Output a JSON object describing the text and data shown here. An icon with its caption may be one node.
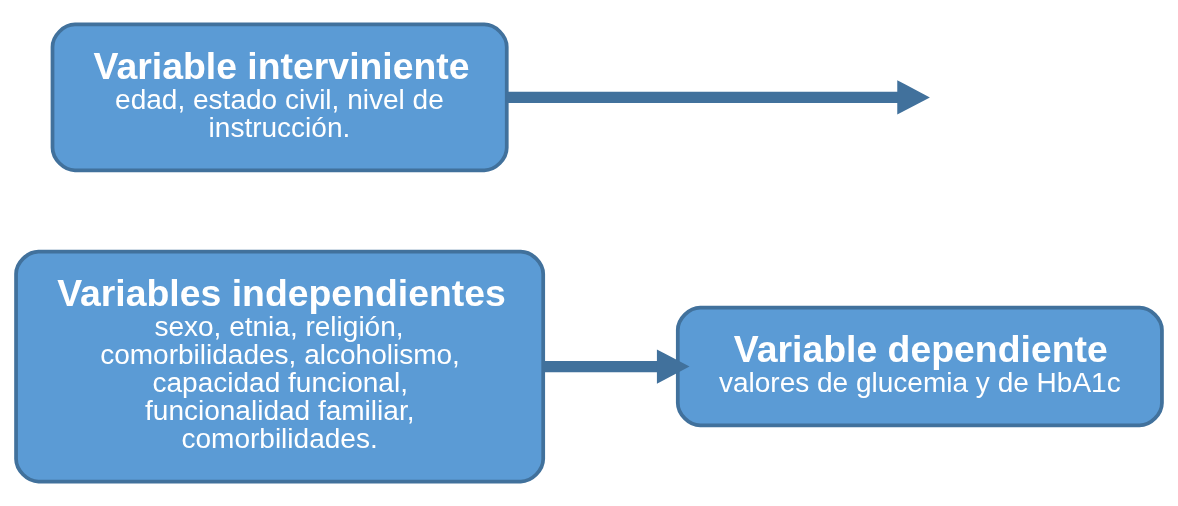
{
  "diagram": {
    "nodes": [
      {
        "text": [
          "Variables independientes",
          "sexo, etnia, religión, comorbilidades, alcoholismo, capacidad funcional, funcionalidad familiar, comorbilidades."
        ]
      },
      {
        "text": [
          "Variable dependiente",
          "valores de glucemia y de HbA1c"
        ]
      },
      {
        "text": [
          "Variable interviniente",
          "edad, estado civil, nivel de instrucción."
        ]
      }
    ],
    "edges": [
      {
        "from": 0,
        "to": 1,
        "arrow": "to"
      },
      {
        "from": 2,
        "to": null,
        "arrow": "to"
      }
    ]
  }
}
